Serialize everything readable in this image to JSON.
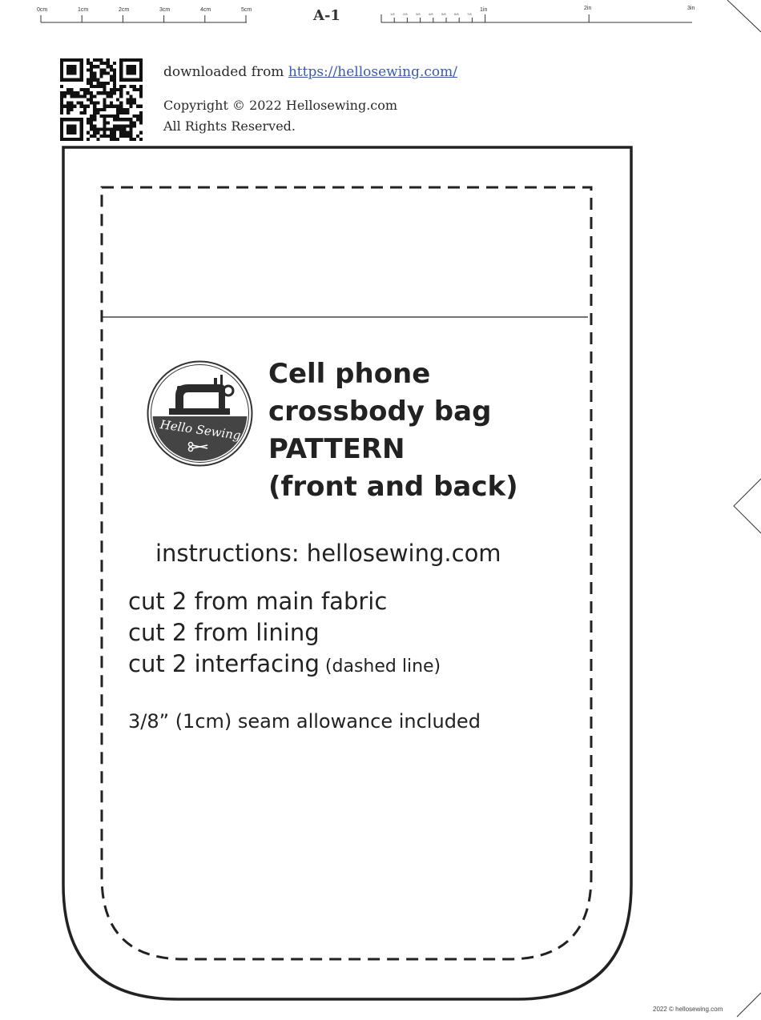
{
  "ruler": {
    "cm_labels": [
      "0cm",
      "1cm",
      "2cm",
      "3cm",
      "4cm",
      "5cm"
    ],
    "inch_fraction_labels": [
      "1/8",
      "2/8",
      "3/8",
      "4/8",
      "5/8",
      "6/8",
      "7/8"
    ],
    "inch_labels": [
      "1in",
      "2in",
      "3in"
    ]
  },
  "page_code": "A-1",
  "header": {
    "downloaded_prefix": "downloaded from ",
    "download_url": "https://hellosewing.com/",
    "copyright_line1": "Copyright © 2022 Hellosewing.com",
    "copyright_line2": "All Rights Reserved."
  },
  "logo": {
    "icon": "sewing-machine-logo",
    "text": "Hello Sewing"
  },
  "pattern": {
    "title_lines": [
      "Cell phone",
      "crossbody bag",
      "PATTERN",
      "(front and back)"
    ],
    "instructions": "instructions: hellosewing.com",
    "cut_main": "cut 2 from main fabric",
    "cut_lining": "cut 2 from lining",
    "cut_interfacing": "cut 2 interfacing",
    "cut_interfacing_note": " (dashed line)",
    "seam_allowance": "3/8” (1cm) seam allowance included"
  },
  "footer": {
    "credit": "2022 © hellosewing.com"
  }
}
